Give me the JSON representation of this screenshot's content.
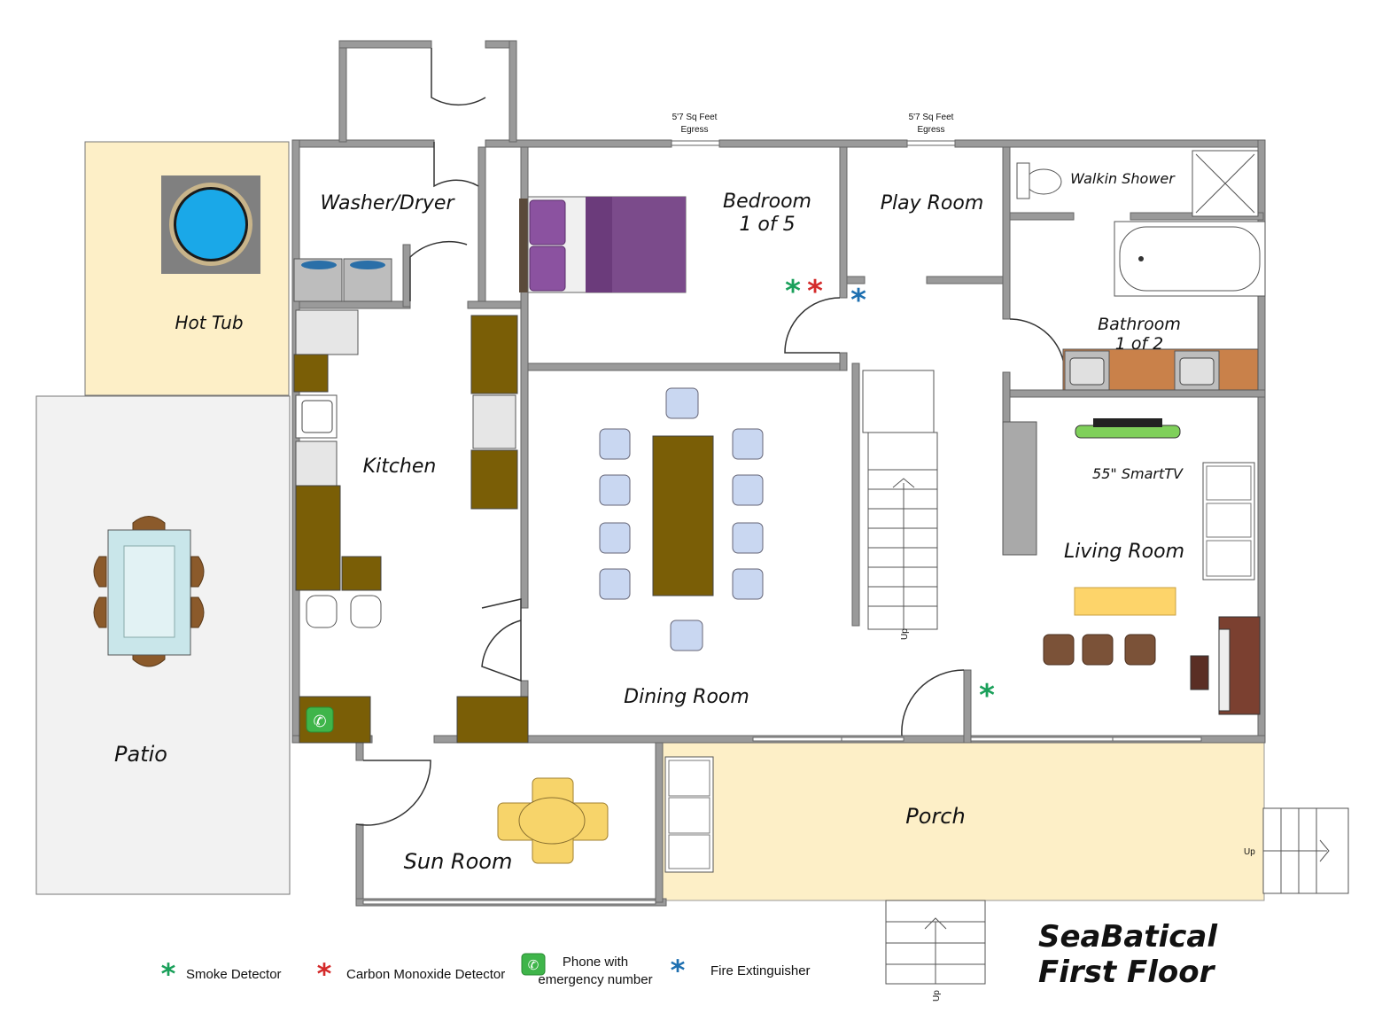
{
  "title": {
    "line1": "SeaBatical",
    "line2": "First Floor"
  },
  "rooms": {
    "washer_dryer": "Washer/Dryer",
    "bedroom_line1": "Bedroom",
    "bedroom_line2": "1 of 5",
    "play_room": "Play Room",
    "walkin_shower": "Walkin Shower",
    "hot_tub": "Hot Tub",
    "bathroom_line1": "Bathroom",
    "bathroom_line2": "1 of 2",
    "kitchen": "Kitchen",
    "smart_tv": "55\" SmartTV",
    "living_room": "Living Room",
    "dining_room": "Dining Room",
    "patio": "Patio",
    "porch": "Porch",
    "sun_room": "Sun Room"
  },
  "egress": [
    {
      "line1": "5'7 Sq Feet",
      "line2": "Egress"
    },
    {
      "line1": "5'7 Sq Feet",
      "line2": "Egress"
    }
  ],
  "stairs": {
    "up": "Up"
  },
  "legend": {
    "smoke": "Smoke Detector",
    "co": "Carbon Monoxide Detector",
    "phone_line1": "Phone with",
    "phone_line2": "emergency number",
    "extinguisher": "Fire Extinguisher",
    "marker": "*"
  },
  "colors": {
    "smoke": "#1aa05a",
    "co": "#d42a2a",
    "extinguisher": "#1d6fb0",
    "patio": "#f2f2f2",
    "hot_tub_area": "#fdefc7",
    "porch": "#fdefc7",
    "cabinet": "#7a5e06",
    "chair": "#c9d7f1",
    "bed": "#7b4b8b",
    "hot_tub_water": "#1aa8e8",
    "tv": "#7fd05a",
    "coffee_table": "#fdd46a",
    "sun_table": "#f7d46a",
    "bath_counter": "#c9814a",
    "piano": "#7b4030"
  },
  "icons": {
    "phone": "phone-icon",
    "marker": "asterisk-icon"
  }
}
